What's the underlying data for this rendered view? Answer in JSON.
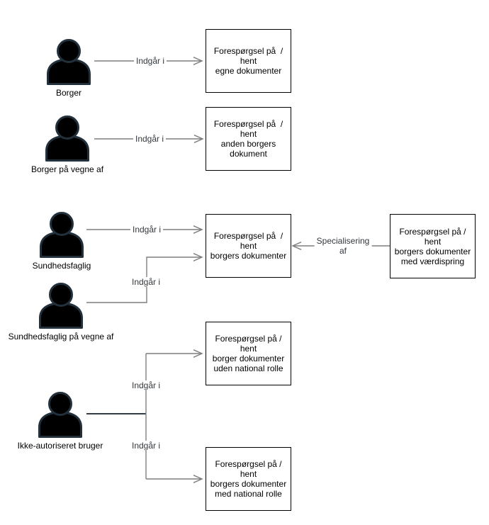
{
  "diagram": {
    "type": "use-case-diagram",
    "language": "da",
    "background": "#ffffff",
    "colors": {
      "edge": "#7f7f7f",
      "edge_dark": "#343d46",
      "actor_fill": "#000000",
      "actor_stroke": "#22303c",
      "box_border": "#000000",
      "text": "#000000",
      "edge_label_text": "#33383d"
    },
    "actors": [
      {
        "id": "borger",
        "label": "Borger"
      },
      {
        "id": "borger-pa-vegne-af",
        "label": "Borger på vegne af"
      },
      {
        "id": "sundhedsfaglig",
        "label": "Sundhedsfaglig"
      },
      {
        "id": "sundhedsfaglig-pa-vegne-af",
        "label": "Sundhedsfaglig på vegne af"
      },
      {
        "id": "ikke-autoriseret-bruger",
        "label": "Ikke-autoriseret bruger"
      }
    ],
    "use_cases": [
      {
        "id": "egne-dokumenter",
        "lines": [
          "Forespørgsel på  /",
          "hent",
          "egne dokumenter"
        ]
      },
      {
        "id": "anden-borgers-dokument",
        "lines": [
          "Forespørgsel på  /",
          "hent",
          "anden borgers",
          "dokument"
        ]
      },
      {
        "id": "borgers-dokumenter",
        "lines": [
          "Forespørgsel på  /",
          "hent",
          "borgers dokumenter"
        ]
      },
      {
        "id": "borgers-dokumenter-med-vaerdispring",
        "lines": [
          "Forespørgsel på /",
          "hent",
          "borgers dokumenter",
          "med værdispring"
        ]
      },
      {
        "id": "borger-dokumenter-uden-national-rolle",
        "lines": [
          "Forespørgsel på /",
          "hent",
          "borger dokumenter",
          "uden national rolle"
        ]
      },
      {
        "id": "borgers-dokumenter-med-national-rolle",
        "lines": [
          "Forespørgsel på /",
          "hent",
          "borgers dokumenter",
          "med national rolle"
        ]
      }
    ],
    "edges": [
      {
        "from": "borger",
        "to": "egne-dokumenter",
        "label": "Indgår i"
      },
      {
        "from": "borger-pa-vegne-af",
        "to": "anden-borgers-dokument",
        "label": "Indgår i"
      },
      {
        "from": "sundhedsfaglig",
        "to": "borgers-dokumenter",
        "label": "Indgår i"
      },
      {
        "from": "sundhedsfaglig-pa-vegne-af",
        "to": "borgers-dokumenter",
        "label": "Indgår i"
      },
      {
        "from": "borgers-dokumenter-med-vaerdispring",
        "to": "borgers-dokumenter",
        "label": "Specialisering af",
        "label_lines": [
          "Specialisering",
          "af"
        ]
      },
      {
        "from": "ikke-autoriseret-bruger",
        "to": "borger-dokumenter-uden-national-rolle",
        "label": "Indgår i"
      },
      {
        "from": "ikke-autoriseret-bruger",
        "to": "borgers-dokumenter-med-national-rolle",
        "label": "Indgår i"
      }
    ]
  }
}
